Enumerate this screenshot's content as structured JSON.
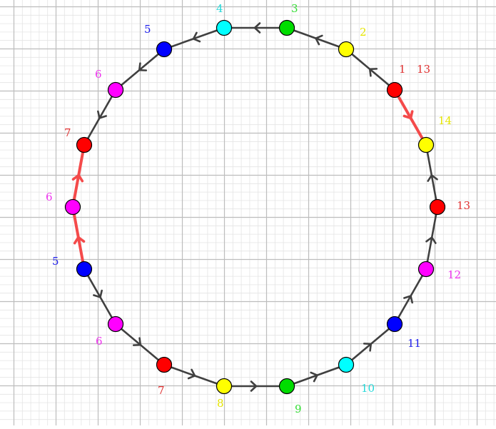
{
  "colors": {
    "edge": "#404040",
    "highlight": "#f44a4a",
    "grid_minor": "#e4e4e4",
    "grid_major": "#bdbdbd",
    "node_stroke": "#000000"
  },
  "nodes": [
    {
      "id": "n1",
      "label": "1",
      "color": "#ff0000",
      "label_color": "#e03030"
    },
    {
      "id": "n2",
      "label": "2",
      "color": "#ffff00",
      "label_color": "#e5e500"
    },
    {
      "id": "n3",
      "label": "3",
      "color": "#00dd00",
      "label_color": "#33dd33"
    },
    {
      "id": "n4",
      "label": "4",
      "color": "#00ffff",
      "label_color": "#22d8d8"
    },
    {
      "id": "n5a",
      "label": "5",
      "color": "#0000ff",
      "label_color": "#2222ee"
    },
    {
      "id": "n6a",
      "label": "6",
      "color": "#ff00ff",
      "label_color": "#ee33ee"
    },
    {
      "id": "n7a",
      "label": "7",
      "color": "#ff0000",
      "label_color": "#e03030"
    },
    {
      "id": "n6b",
      "label": "6",
      "color": "#ff00ff",
      "label_color": "#ee33ee"
    },
    {
      "id": "n5b",
      "label": "5",
      "color": "#0000ff",
      "label_color": "#2222ee"
    },
    {
      "id": "n6c",
      "label": "6",
      "color": "#ff00ff",
      "label_color": "#ee33ee"
    },
    {
      "id": "n7b",
      "label": "7",
      "color": "#ff0000",
      "label_color": "#e03030"
    },
    {
      "id": "n8",
      "label": "8",
      "color": "#ffff00",
      "label_color": "#e5e500"
    },
    {
      "id": "n9",
      "label": "9",
      "color": "#00dd00",
      "label_color": "#33dd33"
    },
    {
      "id": "n10",
      "label": "10",
      "color": "#00ffff",
      "label_color": "#22d8d8"
    },
    {
      "id": "n11",
      "label": "11",
      "color": "#0000ff",
      "label_color": "#2222ee"
    },
    {
      "id": "n12",
      "label": "12",
      "color": "#ff00ff",
      "label_color": "#ee33ee"
    },
    {
      "id": "n13",
      "label": "13",
      "color": "#ff0000",
      "label_color": "#e03030"
    },
    {
      "id": "n14",
      "label": "14",
      "color": "#ffff00",
      "label_color": "#e5e500"
    }
  ],
  "extra_labels": [
    {
      "id": "n1_alt",
      "text": "13",
      "color": "#e03030"
    }
  ],
  "edges": [
    {
      "from": "n1",
      "to": "n2",
      "highlight": false
    },
    {
      "from": "n2",
      "to": "n3",
      "highlight": false
    },
    {
      "from": "n3",
      "to": "n4",
      "highlight": false
    },
    {
      "from": "n4",
      "to": "n5a",
      "highlight": false
    },
    {
      "from": "n5a",
      "to": "n6a",
      "highlight": false
    },
    {
      "from": "n6a",
      "to": "n7a",
      "highlight": false
    },
    {
      "from": "n6b",
      "to": "n7a",
      "highlight": true
    },
    {
      "from": "n5b",
      "to": "n6b",
      "highlight": true
    },
    {
      "from": "n5b",
      "to": "n6c",
      "highlight": false
    },
    {
      "from": "n6c",
      "to": "n7b",
      "highlight": false
    },
    {
      "from": "n7b",
      "to": "n8",
      "highlight": false
    },
    {
      "from": "n8",
      "to": "n9",
      "highlight": false
    },
    {
      "from": "n9",
      "to": "n10",
      "highlight": false
    },
    {
      "from": "n10",
      "to": "n11",
      "highlight": false
    },
    {
      "from": "n11",
      "to": "n12",
      "highlight": false
    },
    {
      "from": "n12",
      "to": "n13",
      "highlight": false
    },
    {
      "from": "n13",
      "to": "n14",
      "highlight": false
    },
    {
      "from": "n1",
      "to": "n14",
      "highlight": true
    }
  ]
}
